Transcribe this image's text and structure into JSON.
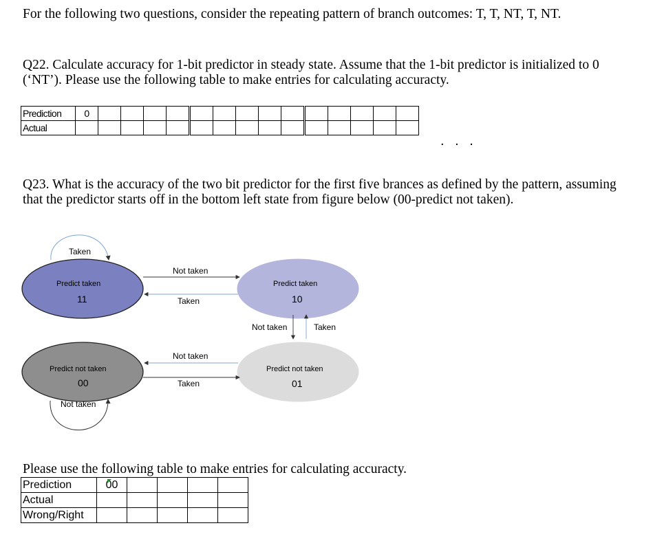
{
  "intro": "For the following two questions, consider the repeating pattern of branch outcomes: T, T, NT, T, NT.",
  "q22": {
    "line1": "Q22. Calculate accuracy for 1-bit predictor in steady state. Assume that the 1-bit predictor is initialized to 0",
    "line2": "(‘NT’).  Please use the following table to make entries for calculating accuracty.",
    "table": {
      "row1_label": "Prediction",
      "row2_label": "Actual",
      "first_value": "0"
    },
    "ellipsis": ". . ."
  },
  "q23": {
    "line1": "Q23. What is the accuracy of the two bit predictor for the first five brances as defined by the pattern, assuming",
    "line2": "that the predictor starts off in the bottom left state from figure below (00-predict not taken).",
    "instruction": "Please use the following table to make entries for calculating accuracty.",
    "table": {
      "row1_label": "Prediction",
      "row2_label": "Actual",
      "row3_label": "Wrong/Right",
      "first_value": "00"
    }
  },
  "diagram": {
    "states": [
      {
        "label": "Predict taken",
        "code": "11",
        "color": "#7b80c0"
      },
      {
        "label": "Predict taken",
        "code": "10",
        "color": "#b3b5dc"
      },
      {
        "label": "Predict not taken",
        "code": "00",
        "color": "#8e8e8e"
      },
      {
        "label": "Predict not taken",
        "code": "01",
        "color": "#dcdcdc"
      }
    ],
    "edges": {
      "self_11": "Taken",
      "e11_10": "Not taken",
      "e10_11": "Taken",
      "e10_01": "Not taken",
      "e01_10": "Taken",
      "e01_00": "Not taken",
      "e00_01": "Taken",
      "self_00": "Not taken"
    }
  }
}
